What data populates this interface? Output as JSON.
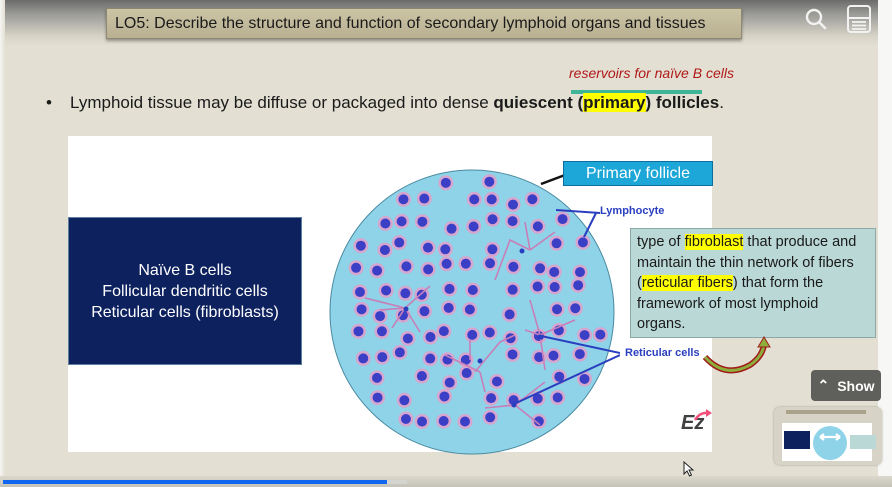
{
  "slide": {
    "title": "LO5: Describe the structure and function of secondary lymphoid organs and tissues",
    "annotation": "reservoirs for naïve B cells",
    "bullet": {
      "text_plain": "Lymphoid tissue may be diffuse or packaged into dense ",
      "text_bold_1": "quiescent (",
      "text_bold_highlight": "primary",
      "text_bold_2": ") follicles",
      "text_end": "."
    },
    "navy_box": {
      "lines": [
        "Naïve B cells",
        "Follicular dendritic cells",
        "Reticular cells (fibroblasts)"
      ]
    },
    "diagram": {
      "primary_follicle_label": "Primary follicle",
      "lymphocyte_label": "Lymphocyte",
      "reticular_cells_label": "Reticular cells",
      "logo": "Ez"
    },
    "definition": {
      "part1": "type of ",
      "hl1": "fibroblast",
      "part2": " that produce and maintain the thin network of fibers (",
      "hl2": "reticular fibers",
      "part3": ") that form the framework of most lymphoid organs."
    }
  },
  "player": {
    "show_button_label": "Show",
    "search_icon": "search-icon",
    "menu_icon": "menu-panel-icon",
    "progress_percent": 43
  },
  "colors": {
    "slide_bg": "#e3e0d3",
    "title_bar": "#c2bb9c",
    "navy": "#0d215e",
    "follicle": "#8fd3e8",
    "label_blue": "#1da7d8",
    "highlight": "#ffff00",
    "annotation_red": "#b01818",
    "def_box": "#b9d8d6",
    "progress": "#1166ee"
  }
}
